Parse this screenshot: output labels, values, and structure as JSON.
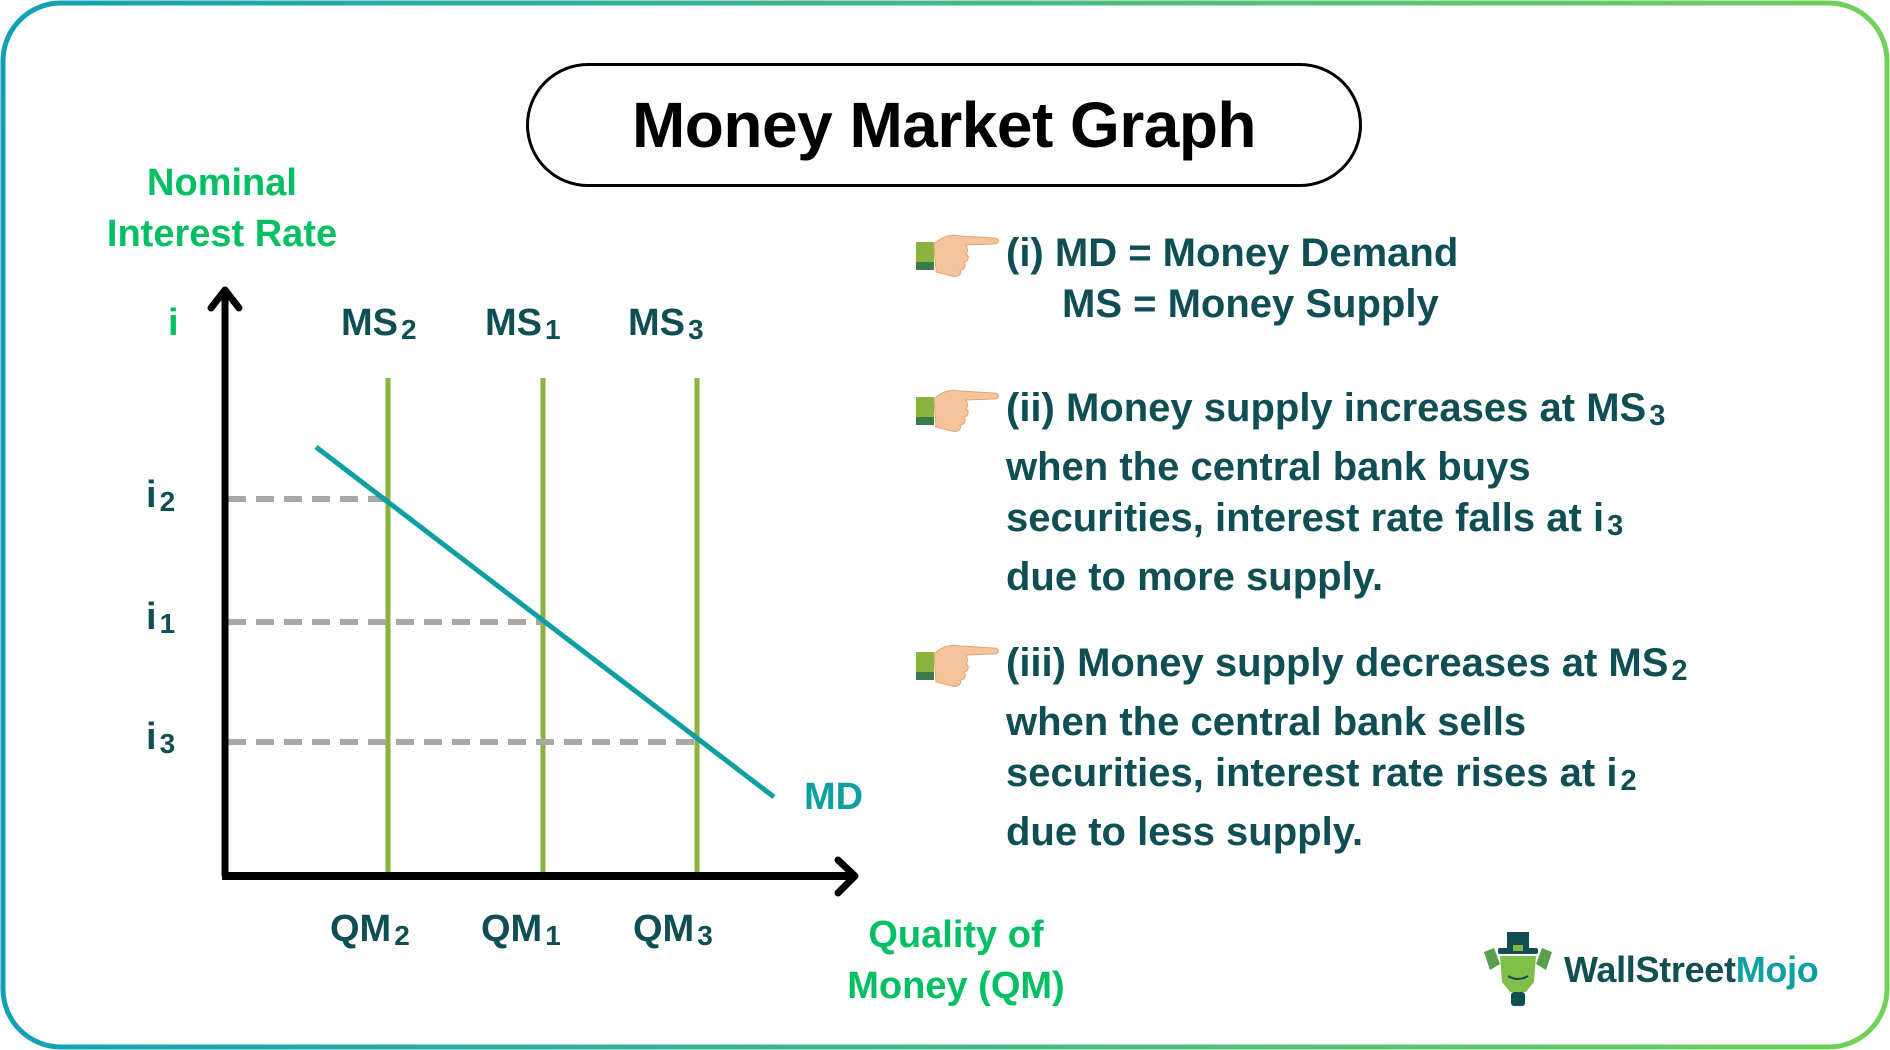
{
  "title": "Money Market Graph",
  "colors": {
    "border_start": "#12a0b6",
    "border_end": "#74d05a",
    "axis_title_green": "#00bf63",
    "dark_teal_text": "#0f4f54",
    "md_line": "#0e9fa3",
    "ms_lines": "#8ab33f",
    "dashed_lines": "#a8a8a8",
    "axis": "#000000"
  },
  "y_axis": {
    "title_line1": "Nominal",
    "title_line2": "Interest Rate",
    "symbol": "i",
    "ticks": [
      {
        "label": "i",
        "sub": "2"
      },
      {
        "label": "i",
        "sub": "1"
      },
      {
        "label": "i",
        "sub": "3"
      }
    ]
  },
  "x_axis": {
    "title_line1": "Quality of",
    "title_line2": "Money (QM)",
    "ticks": [
      {
        "label": "QM",
        "sub": "2"
      },
      {
        "label": "QM",
        "sub": "1"
      },
      {
        "label": "QM",
        "sub": "3"
      }
    ]
  },
  "supply_curves": [
    {
      "label": "MS",
      "sub": "2"
    },
    {
      "label": "MS",
      "sub": "1"
    },
    {
      "label": "MS",
      "sub": "3"
    }
  ],
  "demand_curve": {
    "label": "MD"
  },
  "notes": [
    {
      "lines": [
        "(i) MD = Money Demand",
        "MS = Money Supply"
      ]
    },
    {
      "line1_text": "(ii) Money supply increases at ",
      "line1_sym": "MS",
      "line1_sub": "3",
      "line2": "when the central bank buys",
      "line3_text": "securities, interest rate falls at ",
      "line3_sym": "i",
      "line3_sub": "3",
      "line4": "due to more supply."
    },
    {
      "line1_text": "(iii) Money supply decreases at ",
      "line1_sym": "MS",
      "line1_sub": "2",
      "line2": "when the central bank sells",
      "line3_text": "securities, interest rate rises at ",
      "line3_sym": "i",
      "line3_sub": "2",
      "line4": "due to less supply."
    }
  ],
  "logo": {
    "part1": "WallStreet",
    "part2": "Mojo"
  },
  "chart_data": {
    "type": "line",
    "title": "Money Market Graph",
    "xlabel": "Quality of Money (QM)",
    "ylabel": "Nominal Interest Rate (i)",
    "x_categories": [
      "QM2",
      "QM1",
      "QM3"
    ],
    "y_categories": [
      "i2",
      "i1",
      "i3"
    ],
    "series": [
      {
        "name": "MD",
        "kind": "downward-sloping demand",
        "points": [
          [
            "QM2",
            "i2"
          ],
          [
            "QM1",
            "i1"
          ],
          [
            "QM3",
            "i3"
          ]
        ]
      },
      {
        "name": "MS2",
        "kind": "vertical supply",
        "x": "QM2"
      },
      {
        "name": "MS1",
        "kind": "vertical supply",
        "x": "QM1"
      },
      {
        "name": "MS3",
        "kind": "vertical supply",
        "x": "QM3"
      }
    ],
    "equilibria": [
      {
        "supply": "MS2",
        "quantity": "QM2",
        "rate": "i2"
      },
      {
        "supply": "MS1",
        "quantity": "QM1",
        "rate": "i1"
      },
      {
        "supply": "MS3",
        "quantity": "QM3",
        "rate": "i3"
      }
    ],
    "grid": false
  }
}
